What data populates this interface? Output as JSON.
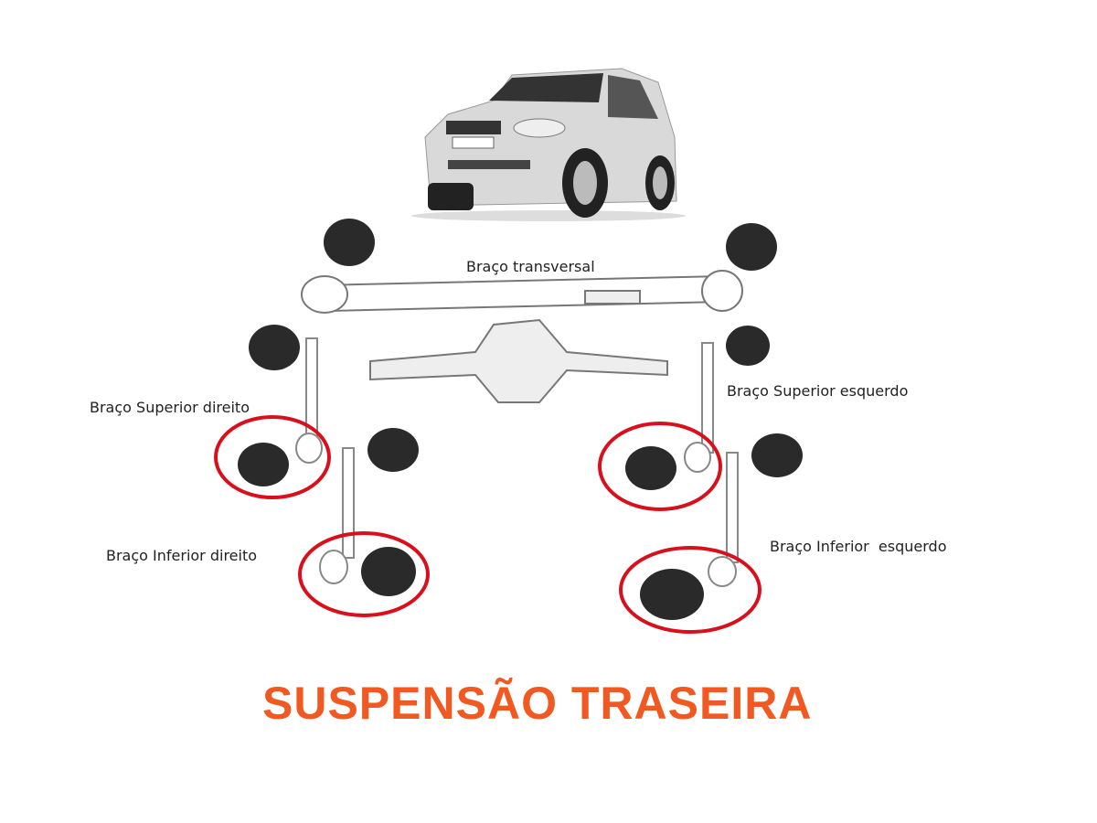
{
  "labels": {
    "transverse_arm": "Braço transversal",
    "upper_right": "Braço Superior direito",
    "upper_left": "Braço Superior esquerdo",
    "lower_right": "Braço Inferior direito",
    "lower_left": "Braço Inferior  esquerdo"
  },
  "title": "SUSPENSÃO TRASEIRA",
  "colors": {
    "title": "#f05a22",
    "highlight": "#d8101c"
  }
}
